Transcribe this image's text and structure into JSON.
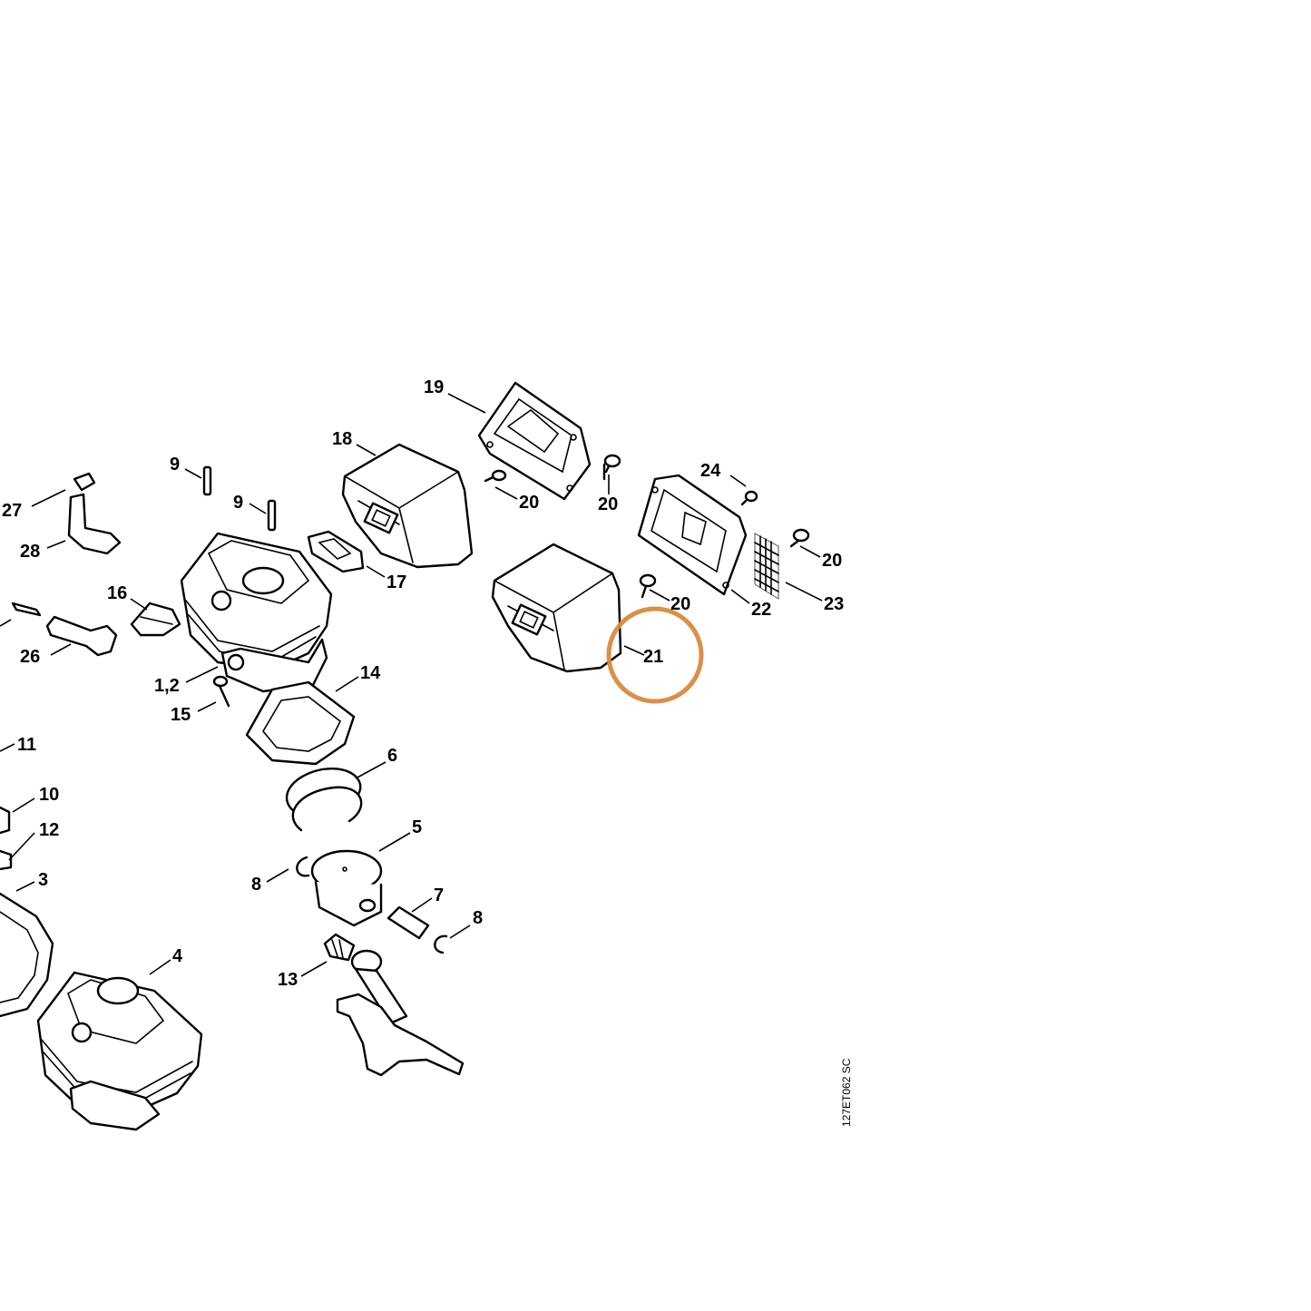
{
  "drawing_code": "127ET062 SC",
  "highlight": {
    "color": "#d98a3c",
    "target": "21"
  },
  "callouts": {
    "c1_2": "1,2",
    "c3": "3",
    "c4": "4",
    "c5": "5",
    "c6": "6",
    "c7": "7",
    "c8": "8",
    "c9": "9",
    "c10": "10",
    "c11": "11",
    "c12": "12",
    "c13": "13",
    "c14": "14",
    "c15": "15",
    "c16": "16",
    "c17": "17",
    "c18": "18",
    "c19": "19",
    "c20": "20",
    "c21": "21",
    "c22": "22",
    "c23": "23",
    "c24": "24",
    "c26": "26",
    "c27": "27",
    "c28": "28"
  }
}
